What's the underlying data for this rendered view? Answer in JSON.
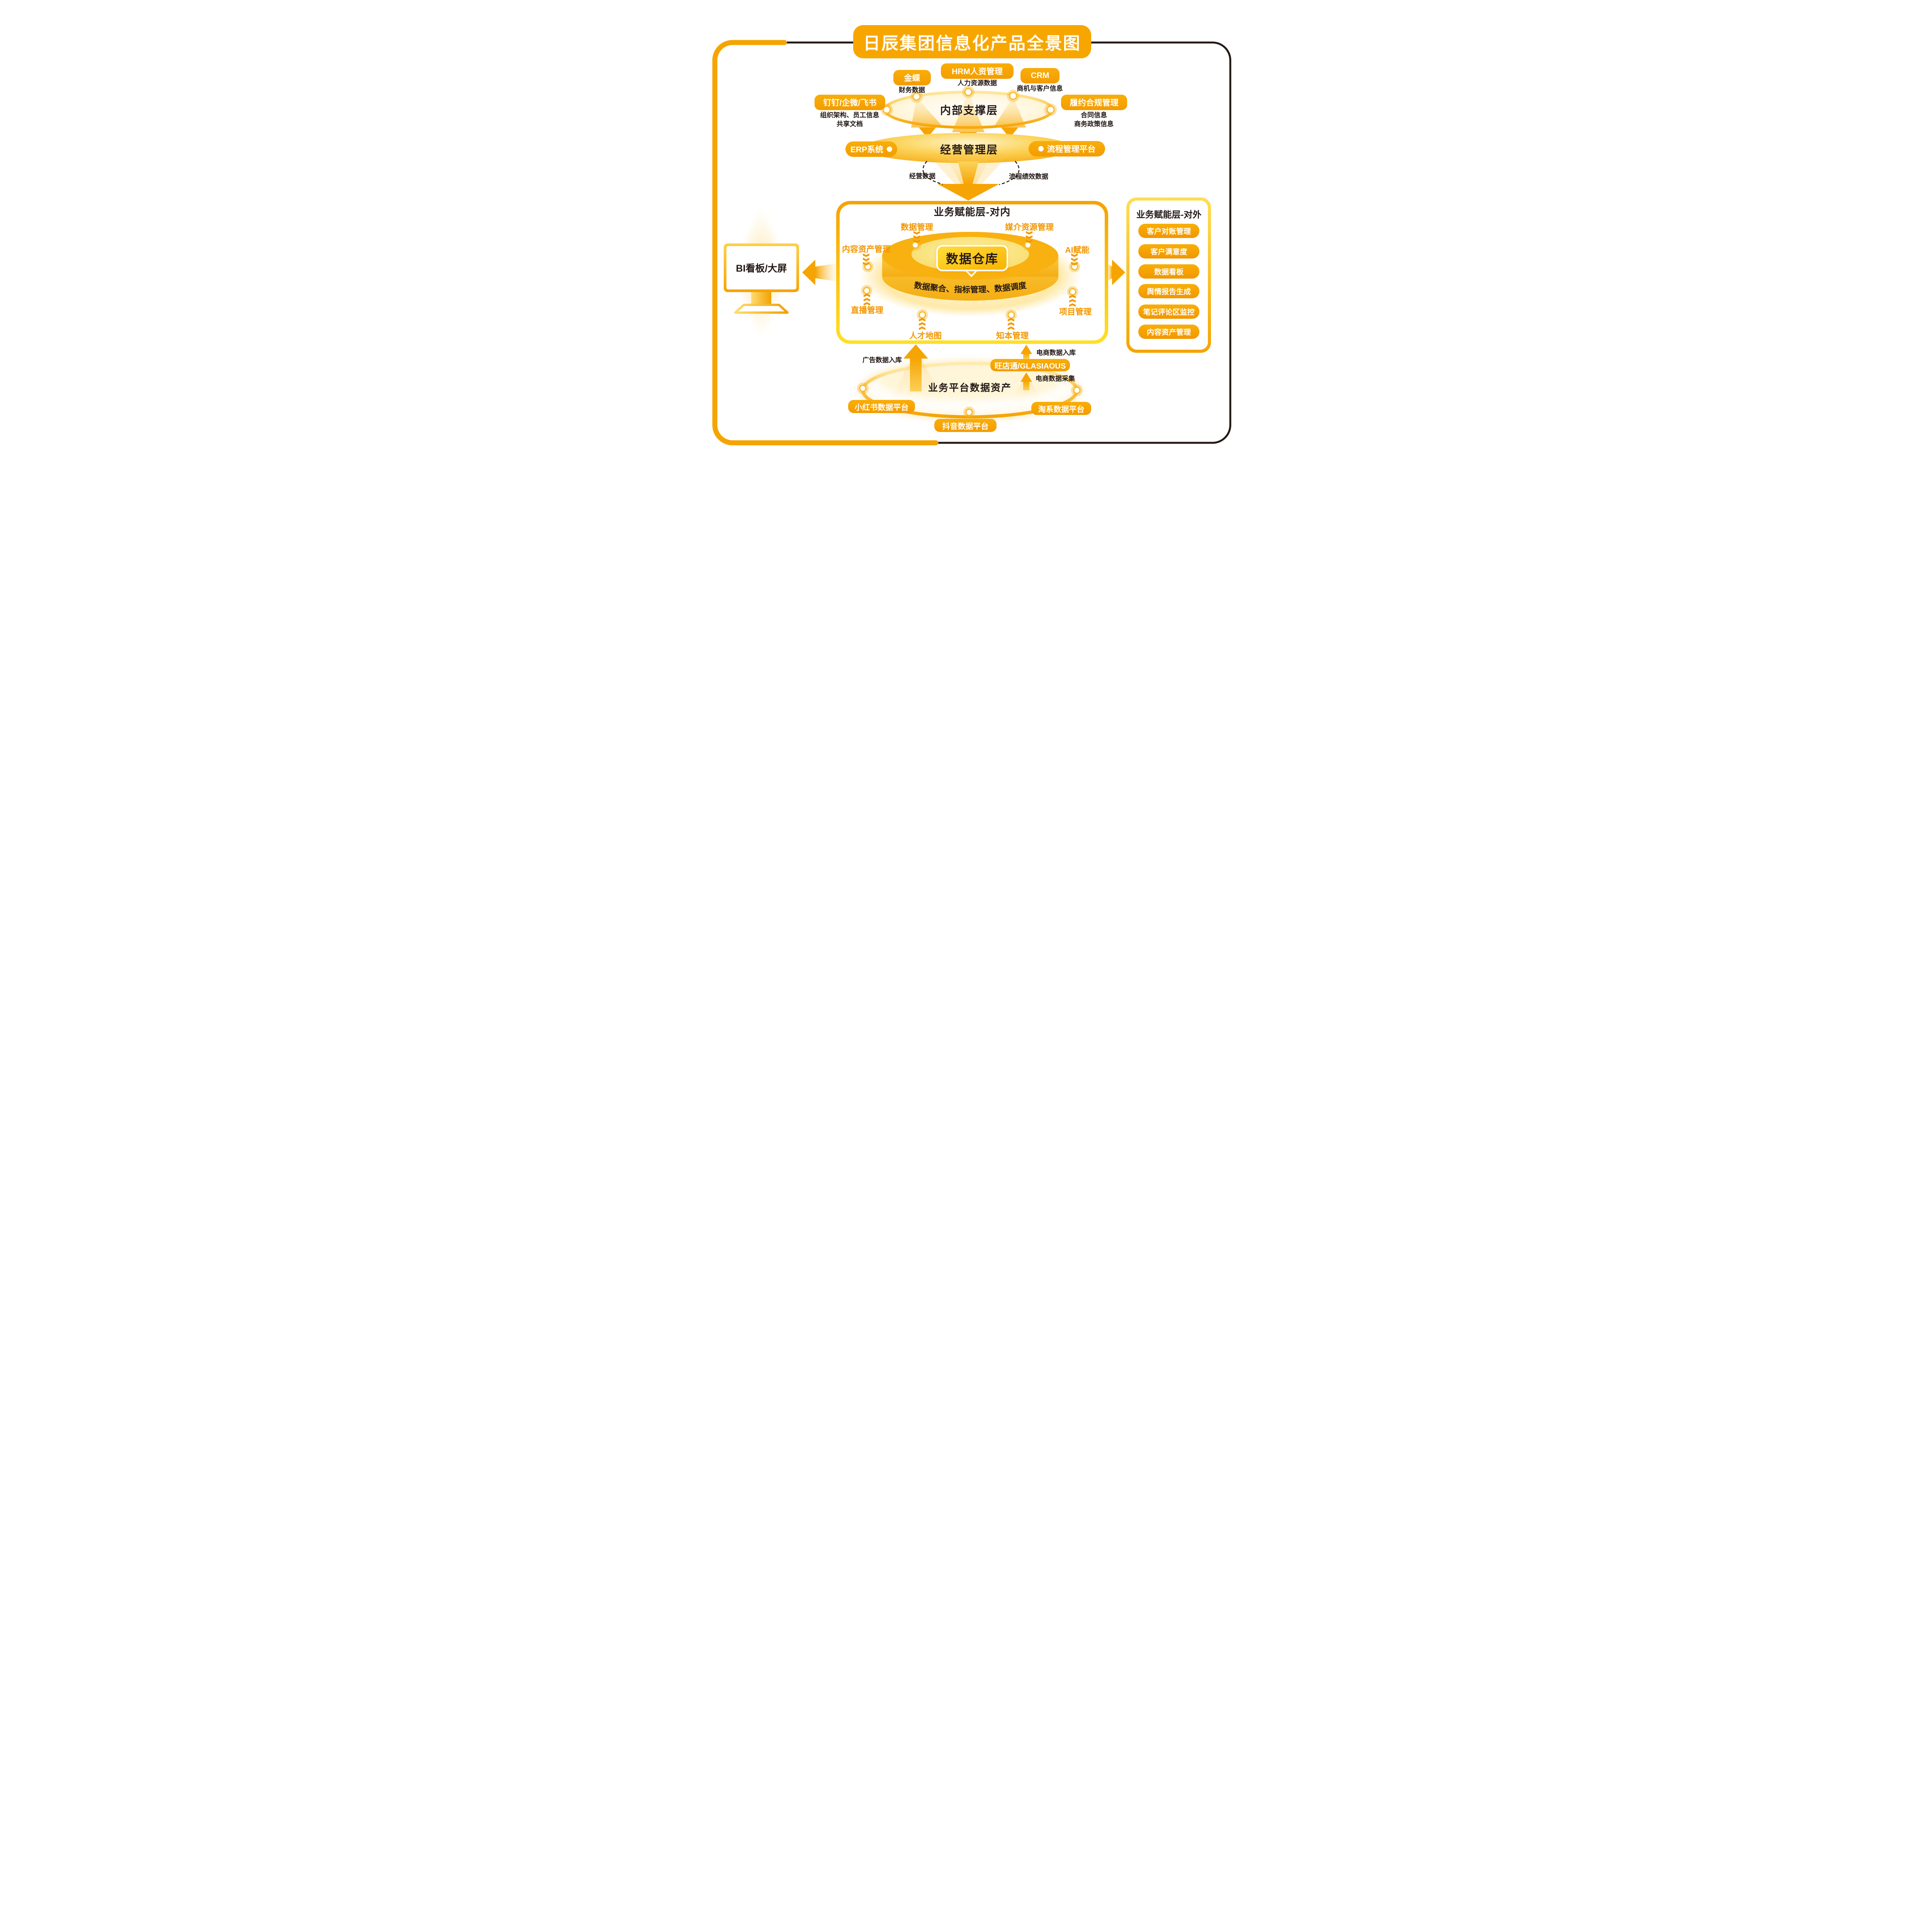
{
  "title": "日辰集团信息化产品全景图",
  "colors": {
    "primary": "#F7A600",
    "accent_yellow": "#FFE027",
    "label_orange": "#F29600",
    "ink": "#231815"
  },
  "layers": {
    "internal": {
      "label": "内部支撑层",
      "sources": [
        {
          "name": "金蝶",
          "notes": [
            "财务数据"
          ]
        },
        {
          "name": "HRM人资管理",
          "notes": [
            "人力资源数据"
          ]
        },
        {
          "name": "CRM",
          "notes": [
            "商机与客户信息"
          ]
        },
        {
          "name": "钉钉/企微/飞书",
          "notes": [
            "组织架构、员工信息",
            "共享文档"
          ]
        },
        {
          "name": "履约合规管理",
          "notes": [
            "合同信息",
            "商务政策信息"
          ]
        }
      ]
    },
    "management": {
      "label": "经营管理层",
      "left_system": "ERP系统",
      "right_system": "流程管理平台",
      "flow_left": "经营数据",
      "flow_right": "流程绩效数据"
    },
    "enablement_internal": {
      "title": "业务赋能层-对内",
      "modules": {
        "data_mgmt": "数据管理",
        "media": "媒介资源管理",
        "content": "内容资产管理",
        "ai": "AI赋能",
        "live": "直播管理",
        "project": "项目管理",
        "talent": "人才地图",
        "knowledge": "知本管理"
      },
      "warehouse": "数据仓库",
      "warehouse_functions": "数据聚合、指标管理、数据调度"
    },
    "enablement_external": {
      "title": "业务赋能层-对外",
      "items": [
        "客户对账管理",
        "客户满意度",
        "数据看板",
        "舆情报告生成",
        "笔记评论区监控",
        "内容资产管理"
      ]
    },
    "bi": {
      "label": "BI看板/大屏"
    },
    "platform": {
      "title": "业务平台数据资产",
      "pills": {
        "xhs": "小红书数据平台",
        "douyin": "抖音数据平台",
        "tao": "淘系数据平台",
        "wdt": "旺店通/GLASIAOUS"
      },
      "flow_ad": "广告数据入库",
      "flow_ec_in": "电商数据入库",
      "flow_ec_collect": "电商数据采集"
    }
  }
}
